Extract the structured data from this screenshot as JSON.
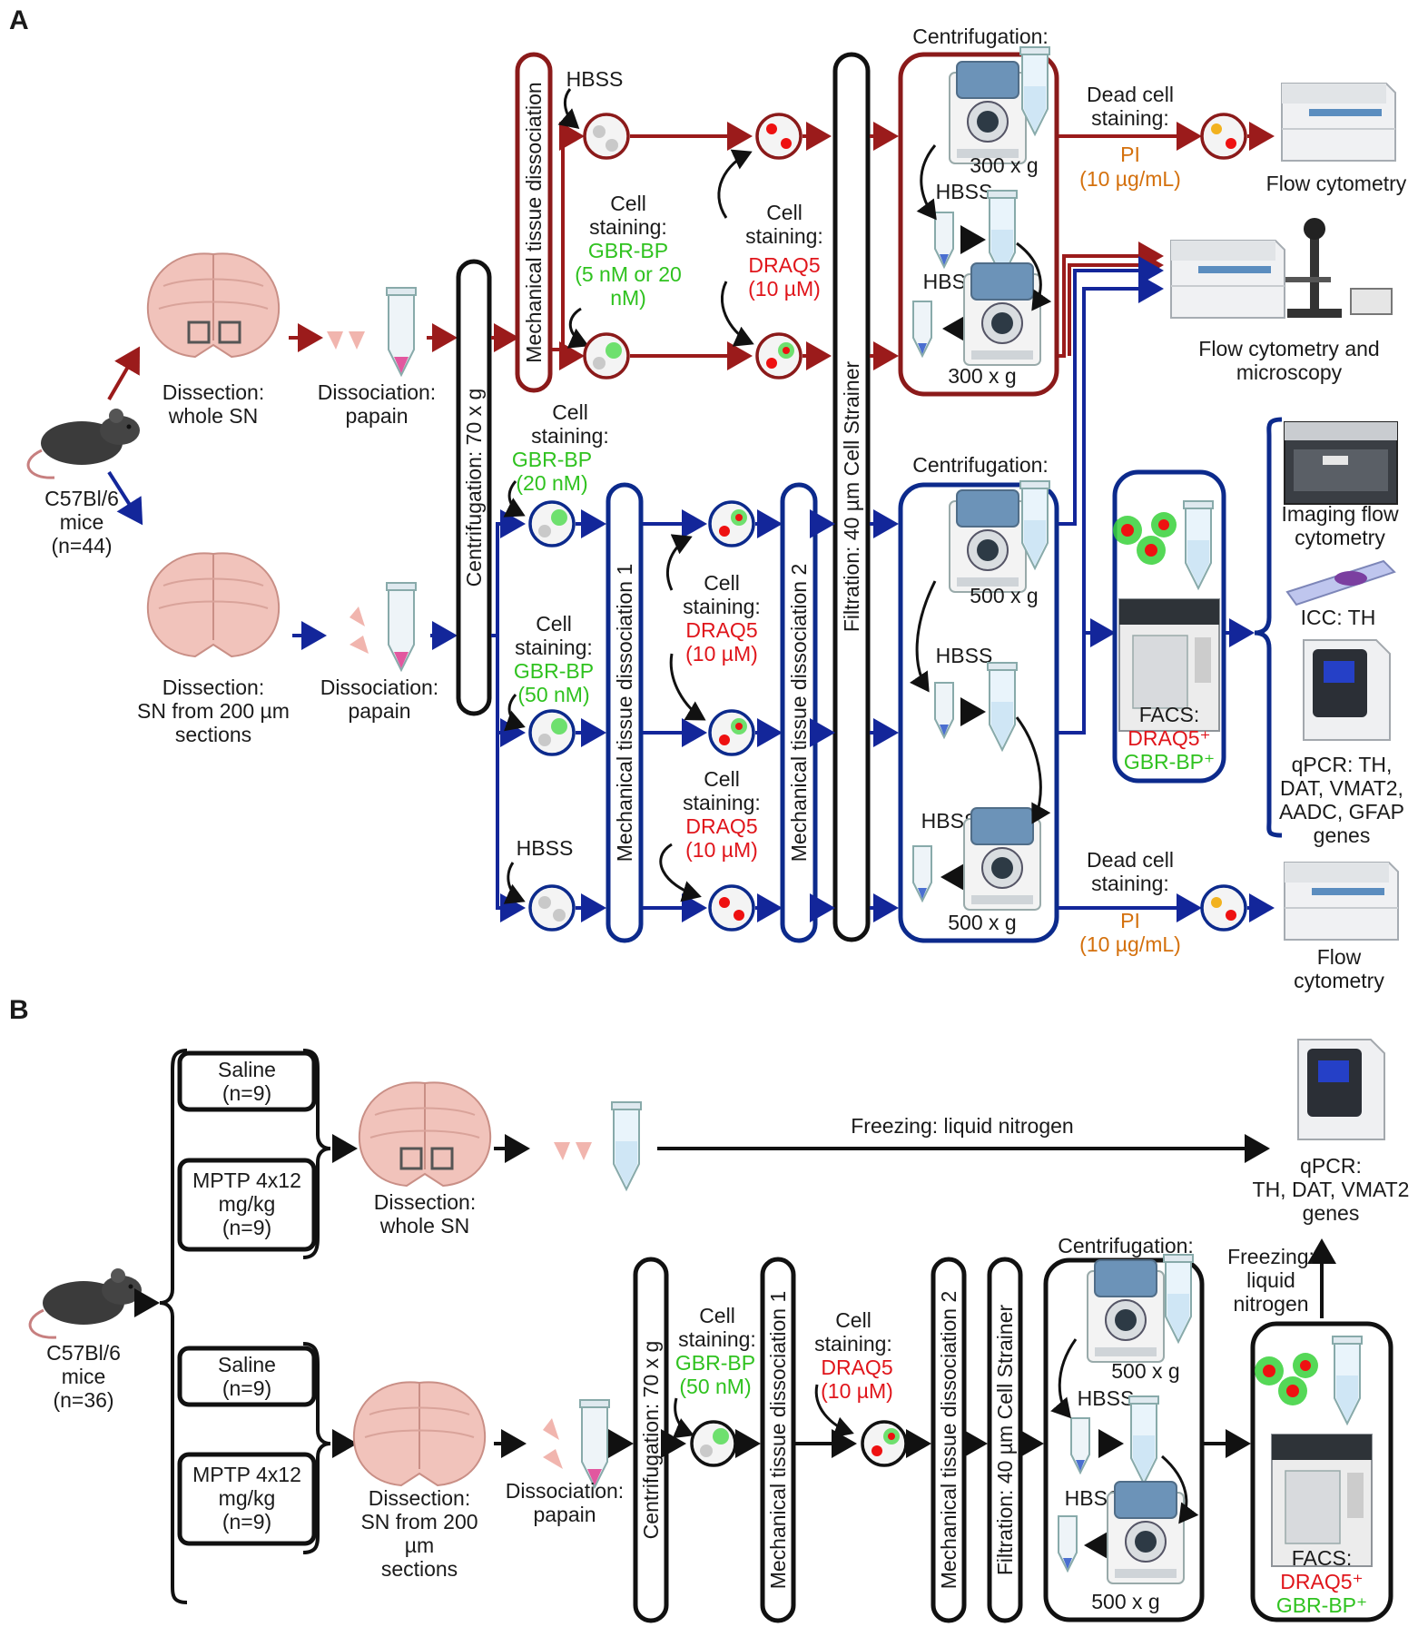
{
  "panel_a": {
    "label": "A",
    "mice": [
      "C57Bl/6",
      "mice",
      "(n=44)"
    ],
    "dissection_top": [
      "Dissection:",
      "whole SN"
    ],
    "dissection_bottom": [
      "Dissection:",
      "SN from 200 µm",
      "sections"
    ],
    "dissociation_top": [
      "Dissociation:",
      "papain"
    ],
    "dissociation_bottom": [
      "Dissociation:",
      "papain"
    ],
    "centrifugation_bar": "Centrifugation: 70 x g",
    "filtration_bar": "Filtration: 40 µm Cell Strainer",
    "mech_top": "Mechanical tissue dissociation",
    "mech_1": "Mechanical tissue dissociation 1",
    "mech_2": "Mechanical tissue dissociation 2",
    "hbss": "HBSS",
    "cell_staining": [
      "Cell",
      "staining:"
    ],
    "gbr_top": [
      "GBR-BP",
      "(5 nM or 20",
      "nM)"
    ],
    "draq5_top": [
      "DRAQ5",
      "(10 µM)"
    ],
    "gbr_20": [
      "GBR-BP",
      "(20 nM)"
    ],
    "gbr_50": [
      "GBR-BP",
      "(50 nM)"
    ],
    "draq5_mid": [
      "DRAQ5",
      "(10 µM)"
    ],
    "draq5_low": [
      "DRAQ5",
      "(10 µM)"
    ],
    "centrifugation": "Centrifugation:",
    "g300": "300 x g",
    "g500": "500 x g",
    "dead_cell": [
      "Dead cell",
      "staining:"
    ],
    "pi": [
      "PI",
      "(10 µg/mL)"
    ],
    "flow_cytometry": "Flow cytometry",
    "flow_cyto_2": [
      "Flow",
      "cytometry"
    ],
    "flow_micro": [
      "Flow cytometry and",
      "microscopy"
    ],
    "facs": "FACS:",
    "facs_red": "DRAQ5⁺",
    "facs_green": "GBR-BP⁺",
    "imaging": [
      "Imaging flow",
      "cytometry"
    ],
    "icc": "ICC: TH",
    "qpcr": [
      "qPCR: TH,",
      "DAT, VMAT2,",
      "AADC, GFAP",
      "genes"
    ]
  },
  "panel_b": {
    "label": "B",
    "mice": [
      "C57Bl/6",
      "mice",
      "(n=36)"
    ],
    "saline": [
      "Saline",
      "(n=9)"
    ],
    "mptp": [
      "MPTP 4x12",
      "mg/kg",
      "(n=9)"
    ],
    "dissection_top": [
      "Dissection:",
      "whole SN"
    ],
    "dissection_bottom": [
      "Dissection:",
      "SN from 200",
      "µm",
      "sections"
    ],
    "dissociation": [
      "Dissociation:",
      "papain"
    ],
    "freezing_top": "Freezing: liquid nitrogen",
    "qpcr": [
      "qPCR:",
      "TH, DAT, VMAT2",
      "genes"
    ],
    "centrifugation_bar": "Centrifugation: 70 x g",
    "cell_staining": [
      "Cell",
      "staining:"
    ],
    "gbr": [
      "GBR-BP",
      "(50 nM)"
    ],
    "draq5": [
      "DRAQ5",
      "(10 µM)"
    ],
    "mech_1": "Mechanical tissue dissociation 1",
    "mech_2": "Mechanical tissue dissociation 2",
    "filtration_bar": "Filtration: 40 µm Cell Strainer",
    "centrifugation": "Centrifugation:",
    "g500": "500 x g",
    "hbss": "HBSS",
    "freezing_right": [
      "Freezing:",
      "liquid",
      "nitrogen"
    ],
    "facs": "FACS:",
    "facs_red": "DRAQ5⁺",
    "facs_green": "GBR-BP⁺"
  },
  "colors": {
    "red_path": "#9b1b1b",
    "blue_path": "#13269a",
    "gbr_green": "#2fc21f",
    "draq5_red": "#e0151b",
    "pi_orange": "#d4700c"
  }
}
